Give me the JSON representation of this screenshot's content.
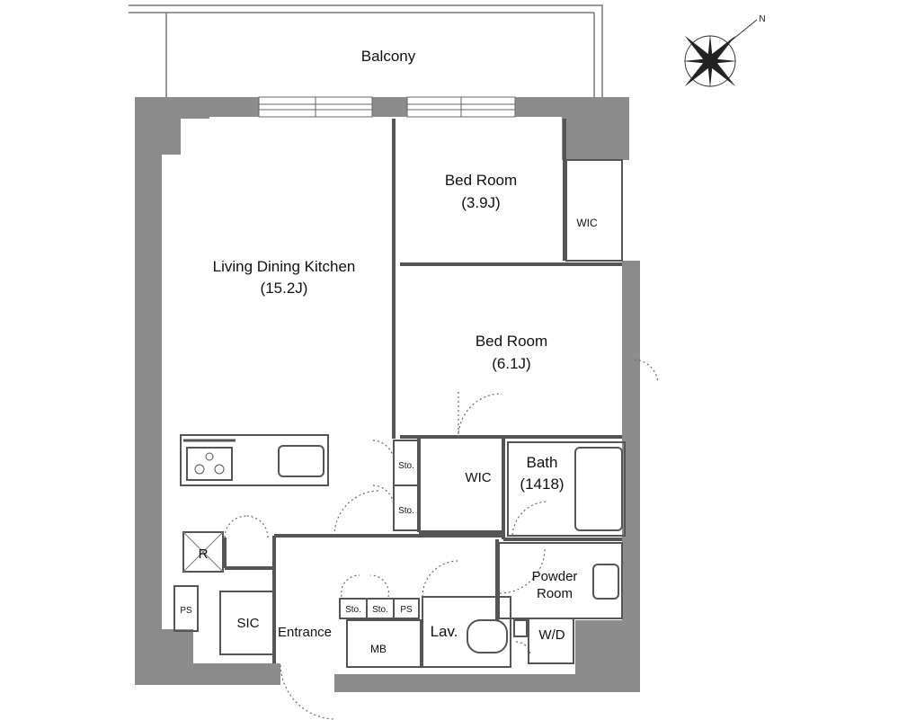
{
  "labels": {
    "balcony": "Balcony",
    "ldk": "Living Dining Kitchen",
    "ldk_size": "(15.2J)",
    "bed1": "Bed Room",
    "bed1_size": "(3.9J)",
    "bed2": "Bed Room",
    "bed2_size": "(6.1J)",
    "wic_top": "WIC",
    "wic_mid": "WIC",
    "sto1": "Sto.",
    "sto2": "Sto.",
    "sto3": "Sto.",
    "sto4": "Sto.",
    "bath": "Bath",
    "bath_size": "(1418)",
    "powder": "Powder",
    "powder2": "Room",
    "ps1": "PS",
    "ps2": "PS",
    "sic": "SIC",
    "entrance": "Entrance",
    "mb": "MB",
    "lav": "Lav.",
    "wd": "W/D",
    "fridge": "R",
    "compass_n": "N"
  },
  "colors": {
    "wall": "#8c8c8c",
    "wall_edge": "#6e6e6e",
    "line": "#555555"
  }
}
